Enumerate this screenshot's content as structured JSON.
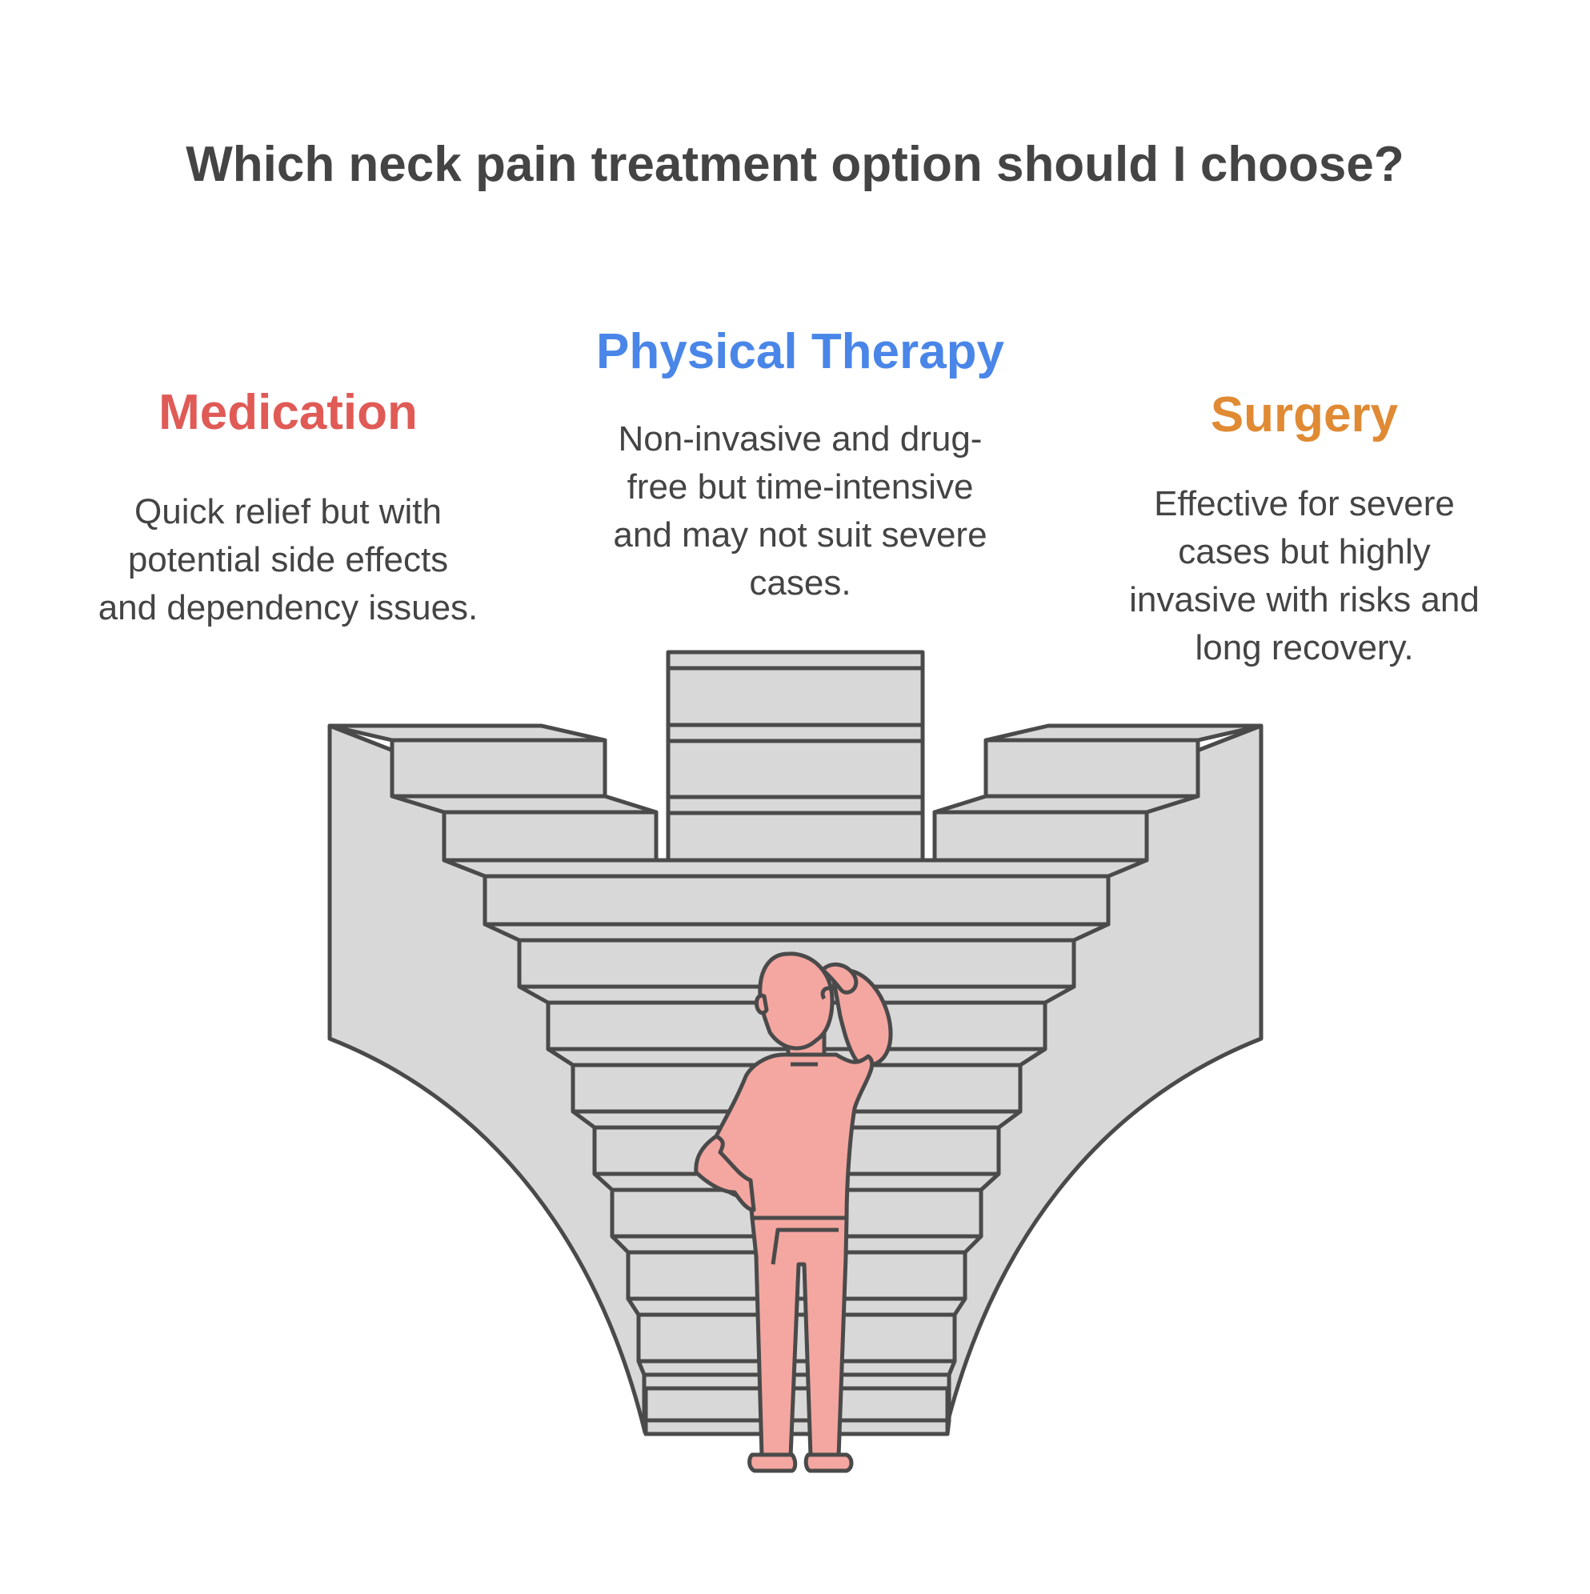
{
  "title": "Which neck pain treatment option should I choose?",
  "colors": {
    "medication": "#e05a56",
    "physical_therapy": "#4a86e8",
    "surgery": "#e08a34",
    "text": "#444444",
    "stairs_fill": "#d8d8d8",
    "outline": "#4a4a4a",
    "person": "#f4a6a0"
  },
  "options": [
    {
      "title": "Medication",
      "description": [
        "Quick relief but with",
        "potential side effects",
        "and dependency issues."
      ]
    },
    {
      "title": "Physical Therapy",
      "description": [
        "Non-invasive and drug-",
        "free but time-intensive",
        "and may not suit severe",
        "cases."
      ]
    },
    {
      "title": "Surgery",
      "description": [
        "Effective for severe",
        "cases but highly",
        "invasive with risks and",
        "long recovery."
      ]
    }
  ]
}
